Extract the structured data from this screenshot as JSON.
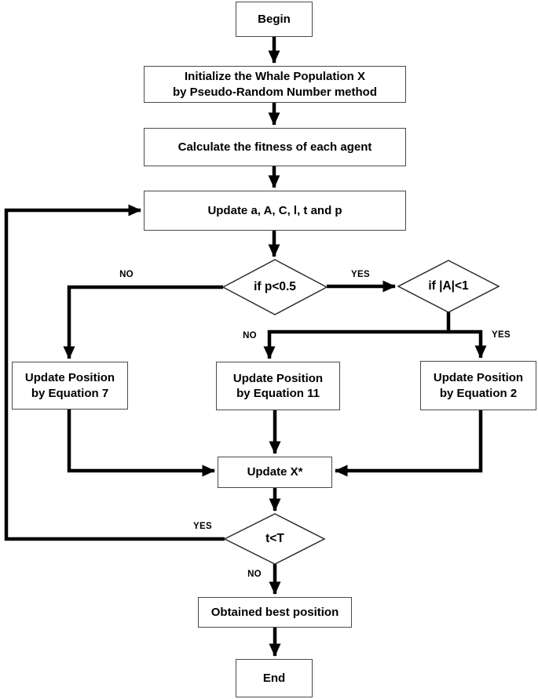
{
  "flowchart": {
    "algorithm": "Whale Optimization Algorithm flowchart",
    "nodes": {
      "begin": {
        "label": "Begin",
        "type": "terminator"
      },
      "initialize": {
        "label": "Initialize the Whale Population X\nby Pseudo-Random Number method",
        "type": "process"
      },
      "fitness": {
        "label": "Calculate the fitness of each agent",
        "type": "process"
      },
      "update_params": {
        "label": "Update a, A, C, l, t and p",
        "type": "process"
      },
      "decision_p": {
        "label": "if p<0.5",
        "type": "decision"
      },
      "decision_a": {
        "label": "if |A|<1",
        "type": "decision"
      },
      "eq7": {
        "label": "Update Position\nby Equation 7",
        "type": "process"
      },
      "eq11": {
        "label": "Update Position\nby Equation 11",
        "type": "process"
      },
      "eq2": {
        "label": "Update Position\nby Equation 2",
        "type": "process"
      },
      "update_x": {
        "label": "Update X*",
        "type": "process"
      },
      "decision_t": {
        "label": "t<T",
        "type": "decision"
      },
      "obtained": {
        "label": "Obtained best position",
        "type": "process"
      },
      "end": {
        "label": "End",
        "type": "terminator"
      }
    },
    "edge_labels": {
      "p_no": "NO",
      "p_yes": "YES",
      "a_no": "NO",
      "a_yes": "YES",
      "t_yes": "YES",
      "t_no": "NO"
    },
    "colors": {
      "line": "#000000",
      "box_border": "#4a4a4a",
      "text": "#000000",
      "background": "#ffffff"
    }
  }
}
